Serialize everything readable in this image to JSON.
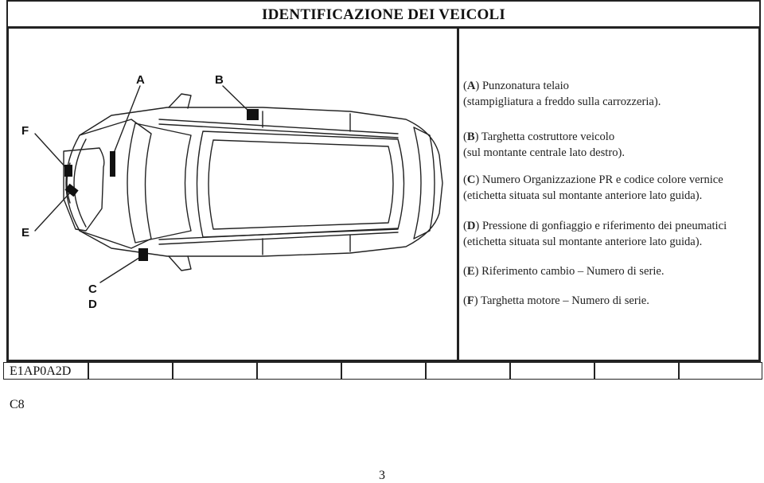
{
  "header": {
    "title": "IDENTIFICAZIONE DEI VEICOLI"
  },
  "diagram": {
    "labels": {
      "A": "A",
      "B": "B",
      "C": "C",
      "D": "D",
      "E": "E",
      "F": "F"
    }
  },
  "captions": [
    {
      "key": "A",
      "lines": [
        "Punzonatura telaio",
        "(stampigliatura a freddo sulla carrozzeria)."
      ]
    },
    {
      "key": "B",
      "lines": [
        "Targhetta costruttore veicolo",
        "(sul montante centrale lato destro)."
      ]
    },
    {
      "key": "C",
      "lines": [
        "Numero Organizzazione PR e codice colore vernice",
        "(etichetta situata sul montante anteriore lato guida)."
      ]
    },
    {
      "key": "D",
      "lines": [
        "Pressione di gonfiaggio e riferimento dei pneumatici",
        "(etichetta situata sul montante anteriore lato guida)."
      ]
    },
    {
      "key": "E",
      "lines": [
        "Riferimento cambio – Numero di serie."
      ]
    },
    {
      "key": "F",
      "lines": [
        "Targhetta motore – Numero di serie."
      ]
    }
  ],
  "footer": {
    "code": "E1AP0A2D",
    "section": "C8",
    "page": "3"
  }
}
